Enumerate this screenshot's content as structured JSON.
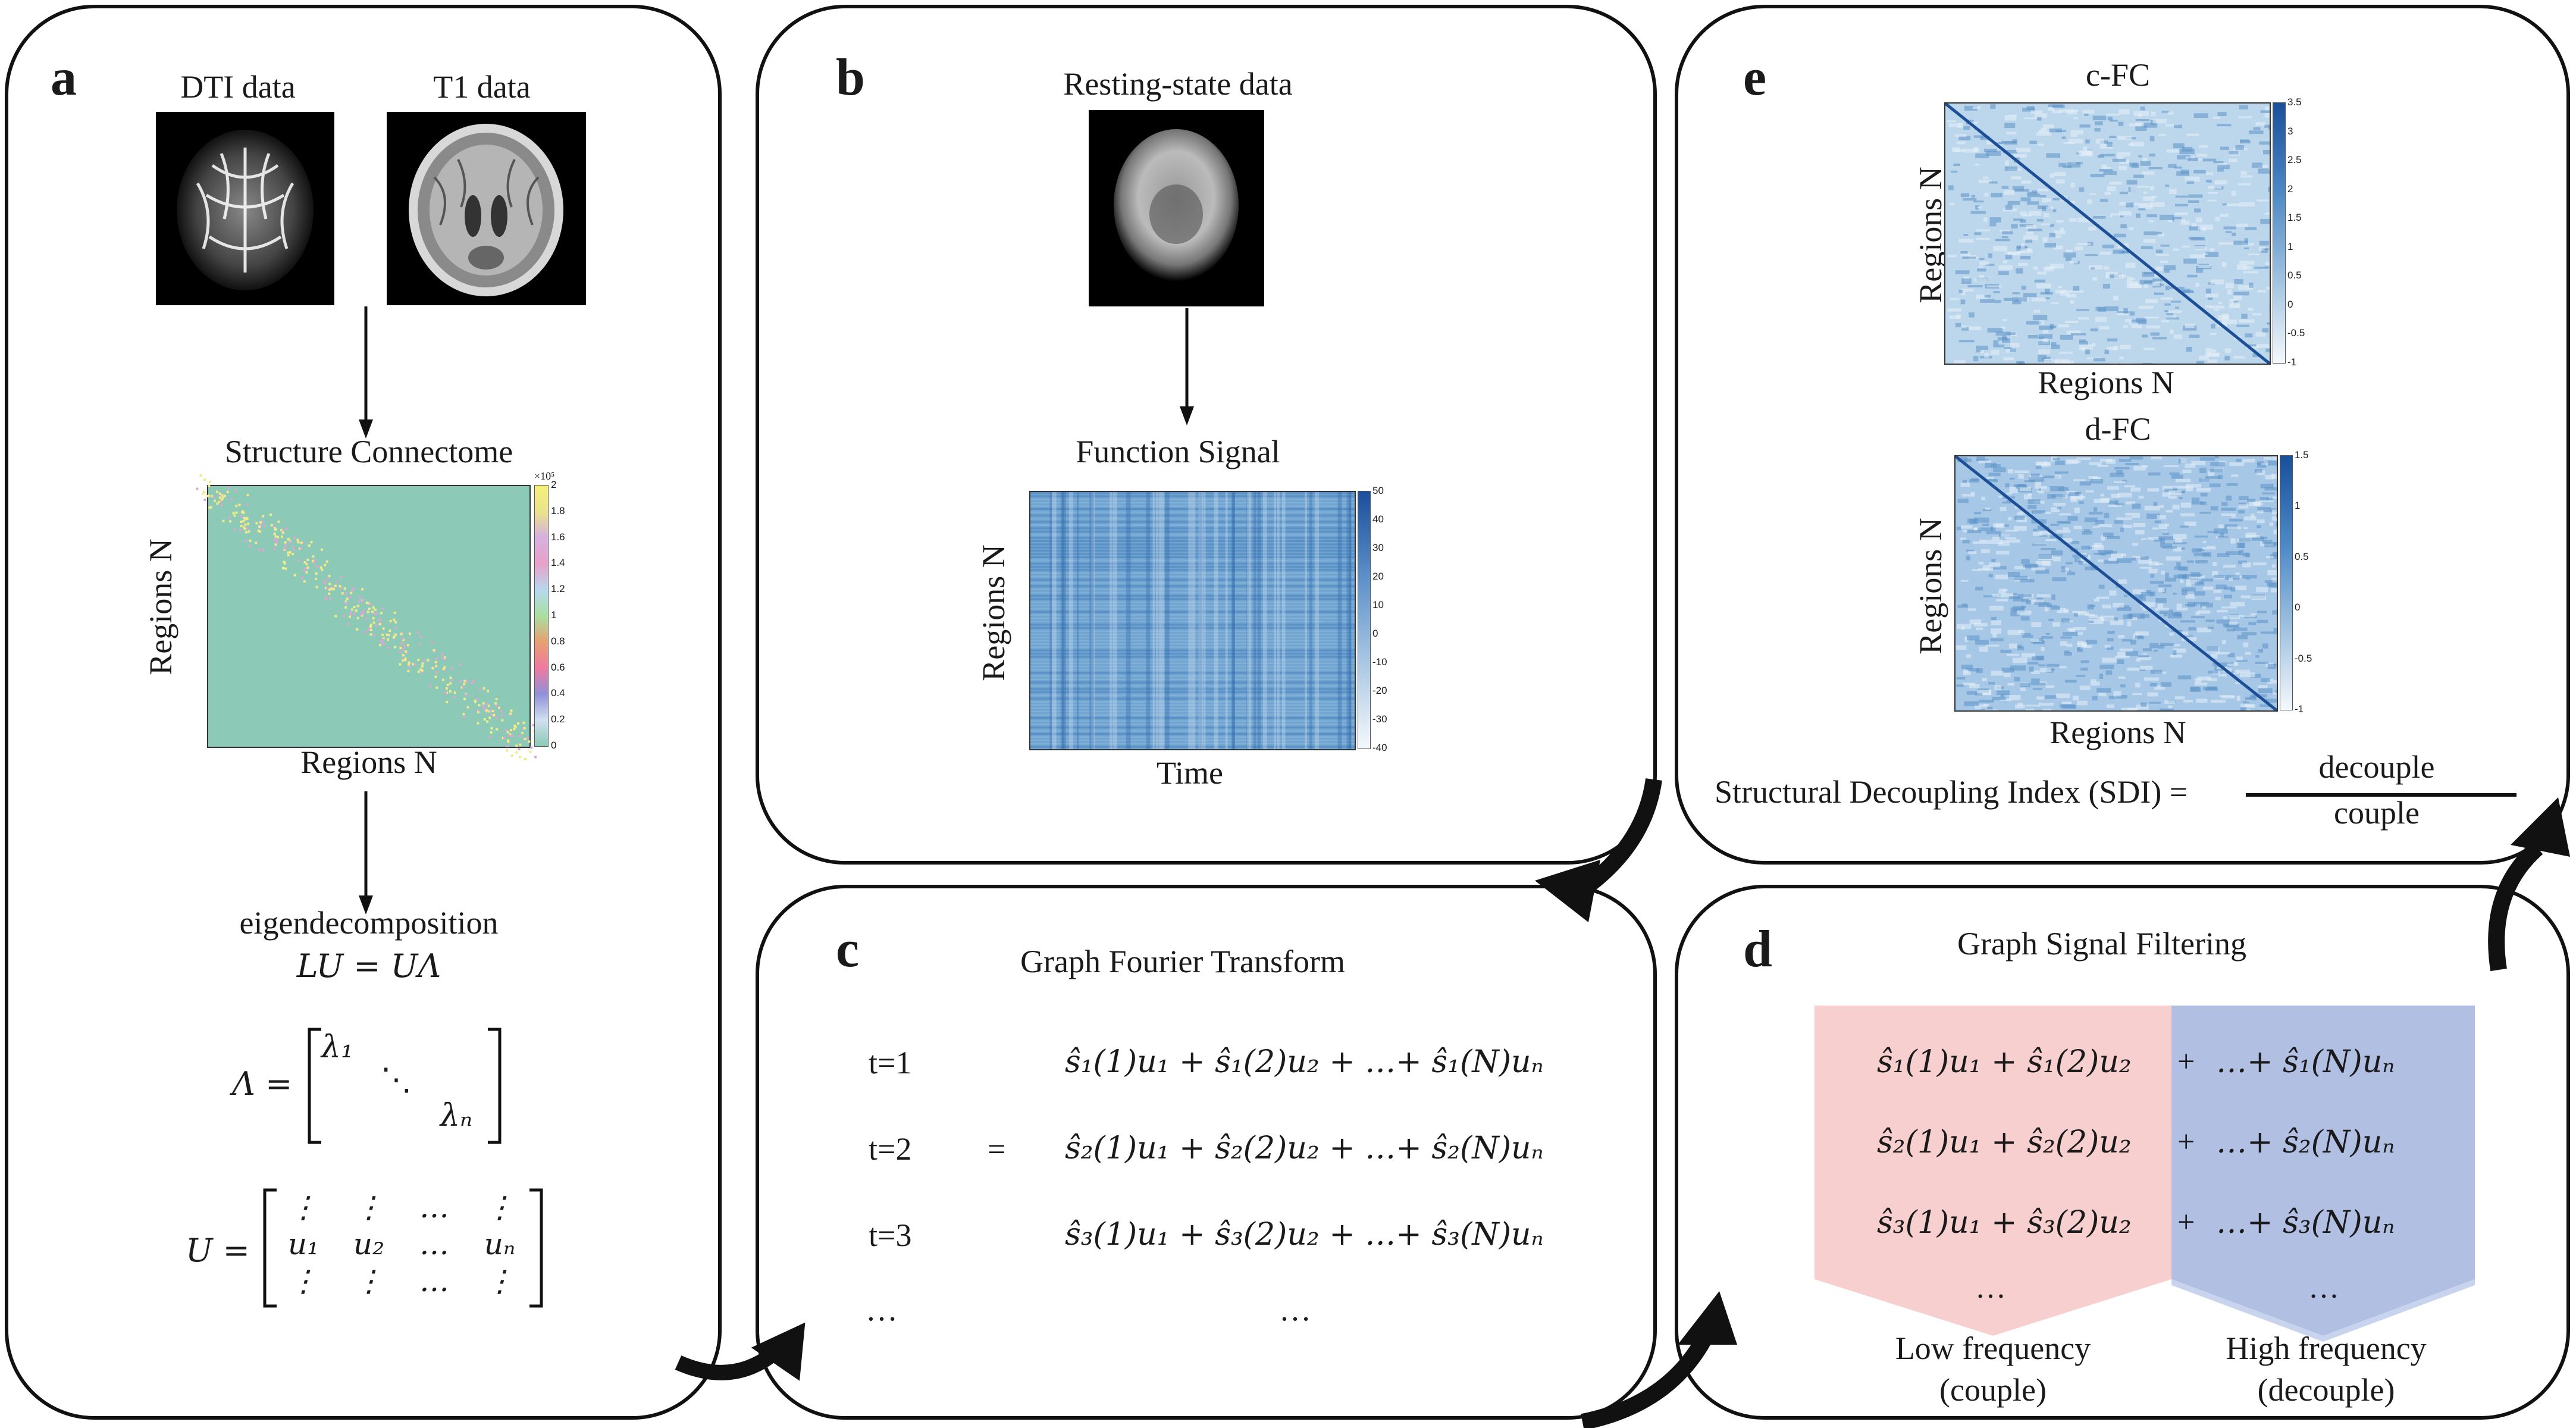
{
  "panels": {
    "a": {
      "label": "a",
      "dti_title": "DTI data",
      "t1_title": "T1 data",
      "sc_title": "Structure Connectome",
      "sc_ylabel": "Regions N",
      "sc_xlabel": "Regions N",
      "sc_colorbar_exp": "×10⁵",
      "sc_ticks": [
        "2",
        "1.8",
        "1.6",
        "1.4",
        "1.2",
        "1",
        "0.8",
        "0.6",
        "0.4",
        "0.2",
        "0"
      ],
      "eig_title": "eigendecomposition",
      "eig_eq": "LU = UΛ",
      "lambda_lhs": "Λ =",
      "lambda_1": "λ₁",
      "lambda_dots": "⋱",
      "lambda_n": "λₙ",
      "u_lhs": "U =",
      "u_row_top": [
        "⋮",
        "⋮",
        "…",
        "⋮"
      ],
      "u_row_mid": [
        "u₁",
        "u₂",
        "…",
        "uₙ"
      ],
      "u_row_bot": [
        "⋮",
        "⋮",
        "…",
        "⋮"
      ]
    },
    "b": {
      "label": "b",
      "rs_title": "Resting-state data",
      "fs_title": "Function Signal",
      "ylabel": "Regions N",
      "xlabel": "Time",
      "ticks": [
        "50",
        "40",
        "30",
        "20",
        "10",
        "0",
        "-10",
        "-20",
        "-30",
        "-40"
      ]
    },
    "c": {
      "label": "c",
      "title": "Graph Fourier Transform",
      "rows": [
        {
          "t": "t=1",
          "eq": "ŝ₁(1)u₁ + ŝ₁(2)u₂  +  …+ ŝ₁(N)uₙ"
        },
        {
          "t": "t=2",
          "eq": "ŝ₂(1)u₁ + ŝ₂(2)u₂  +  …+ ŝ₂(N)uₙ"
        },
        {
          "t": "t=3",
          "eq": "ŝ₃(1)u₁ + ŝ₃(2)u₂  +  …+ ŝ₃(N)uₙ"
        }
      ],
      "equals": "=",
      "dots_left": "…",
      "dots_right": "…"
    },
    "d": {
      "label": "d",
      "title": "Graph Signal Filtering",
      "rows": [
        {
          "low": "ŝ₁(1)u₁ + ŝ₁(2)u₂",
          "plus": "+",
          "high": "…+ ŝ₁(N)uₙ"
        },
        {
          "low": "ŝ₂(1)u₁ + ŝ₂(2)u₂",
          "plus": "+",
          "high": "…+ ŝ₂(N)uₙ"
        },
        {
          "low": "ŝ₃(1)u₁ + ŝ₃(2)u₂",
          "plus": "+",
          "high": "…+ ŝ₃(N)uₙ"
        }
      ],
      "dots_low": "…",
      "dots_high": "…",
      "low_label": "Low frequency",
      "low_sub": "(couple)",
      "high_label": "High frequency",
      "high_sub": "(decouple)",
      "colors": {
        "low": "#f6caca",
        "high": "#a9b8e0"
      }
    },
    "e": {
      "label": "e",
      "cfc_title": "c-FC",
      "cfc_ylabel": "Regions N",
      "cfc_xlabel": "Regions N",
      "cfc_ticks": [
        "3.5",
        "3",
        "2.5",
        "2",
        "1.5",
        "1",
        "0.5",
        "0",
        "-0.5",
        "-1"
      ],
      "dfc_title": "d-FC",
      "dfc_ylabel": "Regions N",
      "dfc_xlabel": "Regions N",
      "dfc_ticks": [
        "1.5",
        "1",
        "0.5",
        "0",
        "-0.5",
        "-1"
      ],
      "sdi_label": "Structural Decoupling Index (SDI) =",
      "sdi_num": "decouple",
      "sdi_den": "couple",
      "colors": {
        "num": "#a9bde0",
        "den": "#f3b7b7"
      }
    }
  }
}
